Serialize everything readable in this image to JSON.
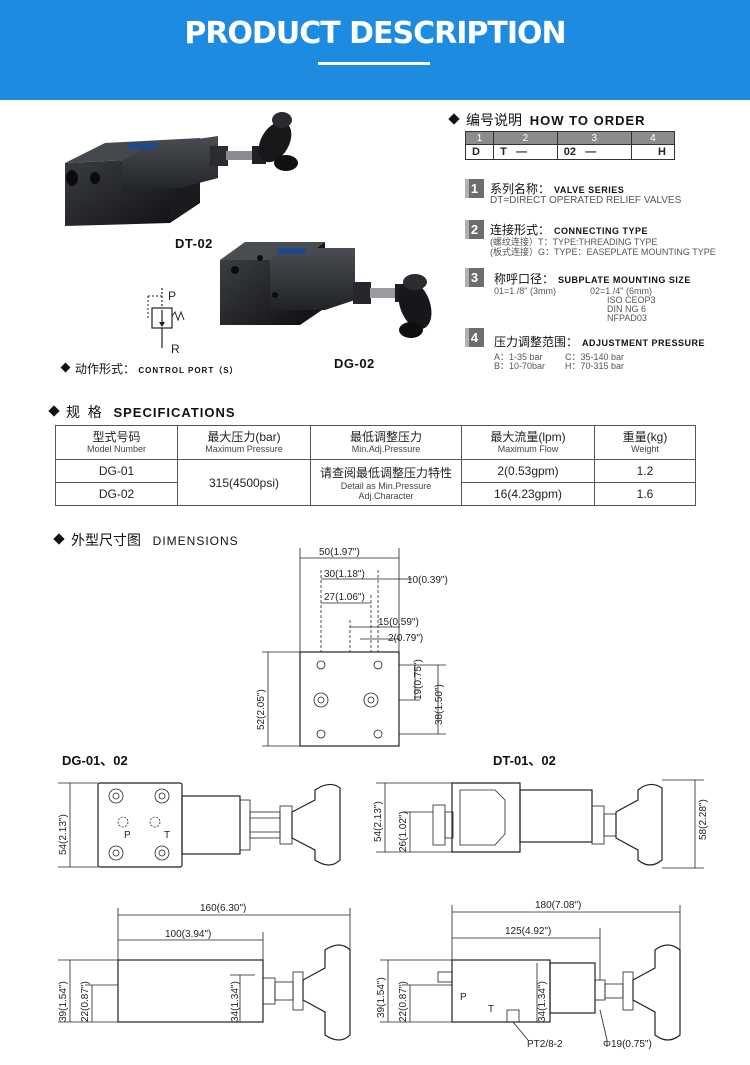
{
  "banner": {
    "title": "PRODUCT DESCRIPTION"
  },
  "photos": {
    "caption_dt": "DT-02",
    "caption_dg": "DG-02"
  },
  "symbol": {
    "port_p": "P",
    "port_r": "R",
    "label_cn": "动作形式：",
    "label_en": "CONTROL PORT（S）"
  },
  "how_to_order": {
    "title_cn": "编号说明",
    "title_en": "HOW TO ORDER",
    "nums": [
      "1",
      "2",
      "3",
      "4"
    ],
    "code": [
      "D",
      "T",
      "—",
      "02",
      "—",
      "H"
    ],
    "items": [
      {
        "num": "1",
        "title_cn": "系列名称：",
        "title_en": "VALVE SERIES",
        "lines": [
          "DT=DIRECT OPERATED RELIEF VALVES"
        ]
      },
      {
        "num": "2",
        "title_cn": "连接形式：",
        "title_en": "CONNECTING TYPE",
        "lines": [
          "(螺纹连接）T：TYPE:THREADING TYPE",
          "(板式连接）G：TYPE：EASEPLATE MOUNTING TYPE"
        ]
      },
      {
        "num": "3",
        "title_cn": "称呼口径：",
        "title_en": "SUBPLATE MOUNTING SIZE",
        "lines": [
          "01=1 /8\" (3mm)",
          "02=1 /4\" (6mm)",
          "ISO CEOP3",
          "DIN NG 6",
          "NFPAD03"
        ]
      },
      {
        "num": "4",
        "title_cn": "压力调整范围：",
        "title_en": "ADJUSTMENT PRESSURE",
        "lines": [
          "A：1-35 bar",
          "C：35-140 bar",
          "B：10-70bar",
          "H：70-315 bar"
        ]
      }
    ]
  },
  "specifications": {
    "title_cn": "规  格",
    "title_en": "SPECIFICATIONS",
    "headers": [
      {
        "cn": "型式号码",
        "en": "Model Number"
      },
      {
        "cn": "最大压力(bar)",
        "en": "Maximum Pressure"
      },
      {
        "cn": "最低调整压力",
        "en": "Min.Adj.Pressure"
      },
      {
        "cn": "最大流量(lpm)",
        "en": "Maximum Flow"
      },
      {
        "cn": "重量(kg)",
        "en": "Weight"
      }
    ],
    "rows": [
      {
        "model": "DG-01",
        "flow": "2(0.53gpm)",
        "weight": "1.2"
      },
      {
        "model": "DG-02",
        "flow": "16(4.23gpm)",
        "weight": "1.6"
      }
    ],
    "max_pressure": "315(4500psi)",
    "min_adj_cn": "请查阅最低调整压力特性",
    "min_adj_en1": "Detail as Min.Pressure",
    "min_adj_en2": "Adj.Character"
  },
  "dimensions": {
    "title_cn": "外型尺寸图",
    "title_en": "DIMENSIONS",
    "label_dg": "DG-01、02",
    "label_dt": "DT-01、02",
    "top": {
      "d50": "50(1.97\")",
      "d30": "30(1.18\")",
      "d10": "10(0.39\")",
      "d27": "27(1.06\")",
      "d15": "15(0.59\")",
      "d2": "2(0.79\")",
      "d19": "19(0.75\")",
      "d38": "38(1.50\")",
      "d52": "52(2.05\")"
    },
    "dg_side": {
      "d54": "54(2.13\")",
      "p": "P",
      "t": "T"
    },
    "dt_side": {
      "d54": "54(2.13\")",
      "d26": "26(1.02\")",
      "d58": "58(2.28\")"
    },
    "dg_front": {
      "d160": "160(6.30\")",
      "d100": "100(3.94\")",
      "d39": "39(1.54\")",
      "d22": "22(0.87\")",
      "d34": "34(1.34\")"
    },
    "dt_front": {
      "d180": "180(7.08\")",
      "d125": "125(4.92\")",
      "d39": "39(1.54\")",
      "d22": "22(0.87\")",
      "d34": "34(1.34\")",
      "p": "P",
      "t": "T",
      "pt": "PT2/8-2",
      "phi": "Φ19(0.75\")"
    }
  }
}
